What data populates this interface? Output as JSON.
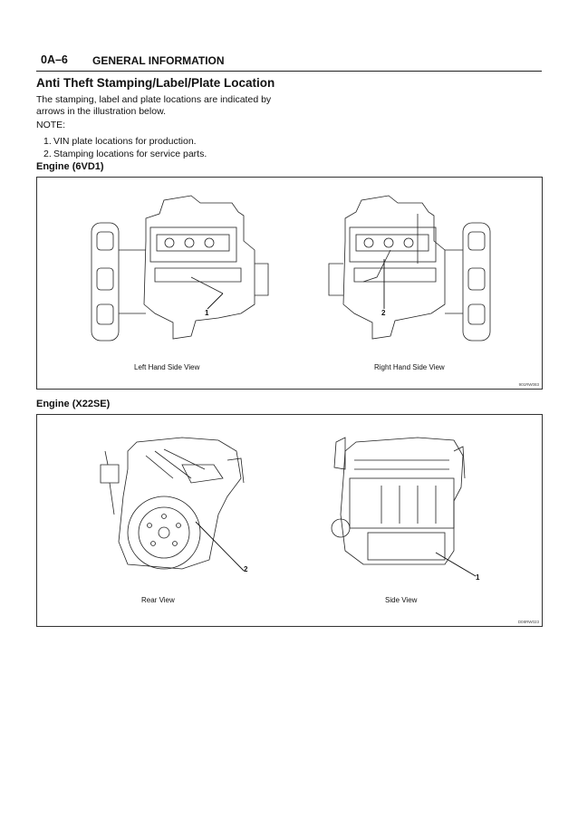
{
  "header": {
    "page_number": "0A–6",
    "section": "GENERAL INFORMATION"
  },
  "title": "Anti Theft Stamping/Label/Plate Location",
  "intro": "The stamping, label and plate locations are indicated by arrows in the illustration below.",
  "note_label": "NOTE:",
  "notes": [
    {
      "num": "1.",
      "text": "VIN plate locations for production."
    },
    {
      "num": "2.",
      "text": "Stamping locations for service parts."
    }
  ],
  "figure1": {
    "label": "Engine (6VD1)",
    "left_caption": "Left Hand Side View",
    "right_caption": "Right Hand Side View",
    "callout_left": "1",
    "callout_right": "2",
    "code": "901RW083"
  },
  "figure2": {
    "label": "Engine (X22SE)",
    "left_caption": "Rear View",
    "right_caption": "Side View",
    "callout_left": "2",
    "callout_right": "1",
    "code": "D08RW023"
  }
}
